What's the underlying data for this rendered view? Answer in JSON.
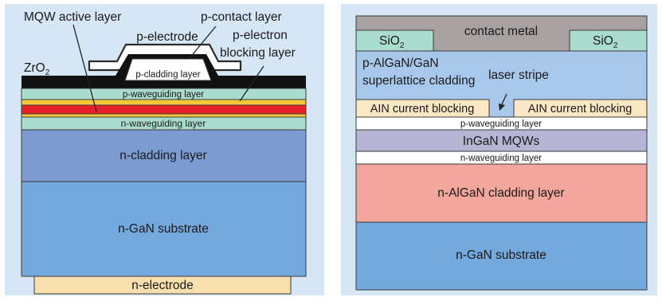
{
  "colors": {
    "panel_bg": "#d7e6f4",
    "black": "#111111",
    "p_cladding": "#ffffff",
    "waveguide": "#a9dccd",
    "yellow_layer": "#f3c93b",
    "red_layer": "#e8202a",
    "n_cladding": "#7b9bd1",
    "substrate": "#73a9dd",
    "electrode": "#f7e0ad",
    "contact_metal": "#a7a2a1",
    "oxide": "#a9dccd",
    "superlattice": "#a8c8eb",
    "aln_block": "#fbe7c3",
    "mqw_right": "#b6b5d3",
    "algan_clad": "#f3a79c"
  },
  "left": {
    "mqw_label": "MQW active layer",
    "zro2_main": "ZrO",
    "zro2_sub": "2",
    "p_electrode": "p-electrode",
    "p_contact": "p-contact layer",
    "p_electron_1": "p-electron",
    "p_electron_2": "blocking layer",
    "p_cladding": "p-cladding layer",
    "p_waveguiding": "p-waveguiding layer",
    "n_waveguiding": "n-waveguiding layer",
    "n_cladding": "n-cladding layer",
    "n_substrate": "n-GaN substrate",
    "n_electrode": "n-electrode"
  },
  "right": {
    "sio2_main": "SiO",
    "sio2_sub": "2",
    "contact_metal": "contact metal",
    "superlattice_1": "p-AlGaN/GaN",
    "superlattice_2": "superlattice cladding",
    "laser_stripe": "laser stripe",
    "aln_left": "AIN current blocking",
    "aln_right": "AIN current blocking",
    "p_waveguiding": "p-waveguiding layer",
    "mqws": "InGaN MQWs",
    "n_waveguiding": "n-waveguiding layer",
    "algan_cladding": "n-AlGaN cladding layer",
    "substrate": "n-GaN substrate"
  }
}
